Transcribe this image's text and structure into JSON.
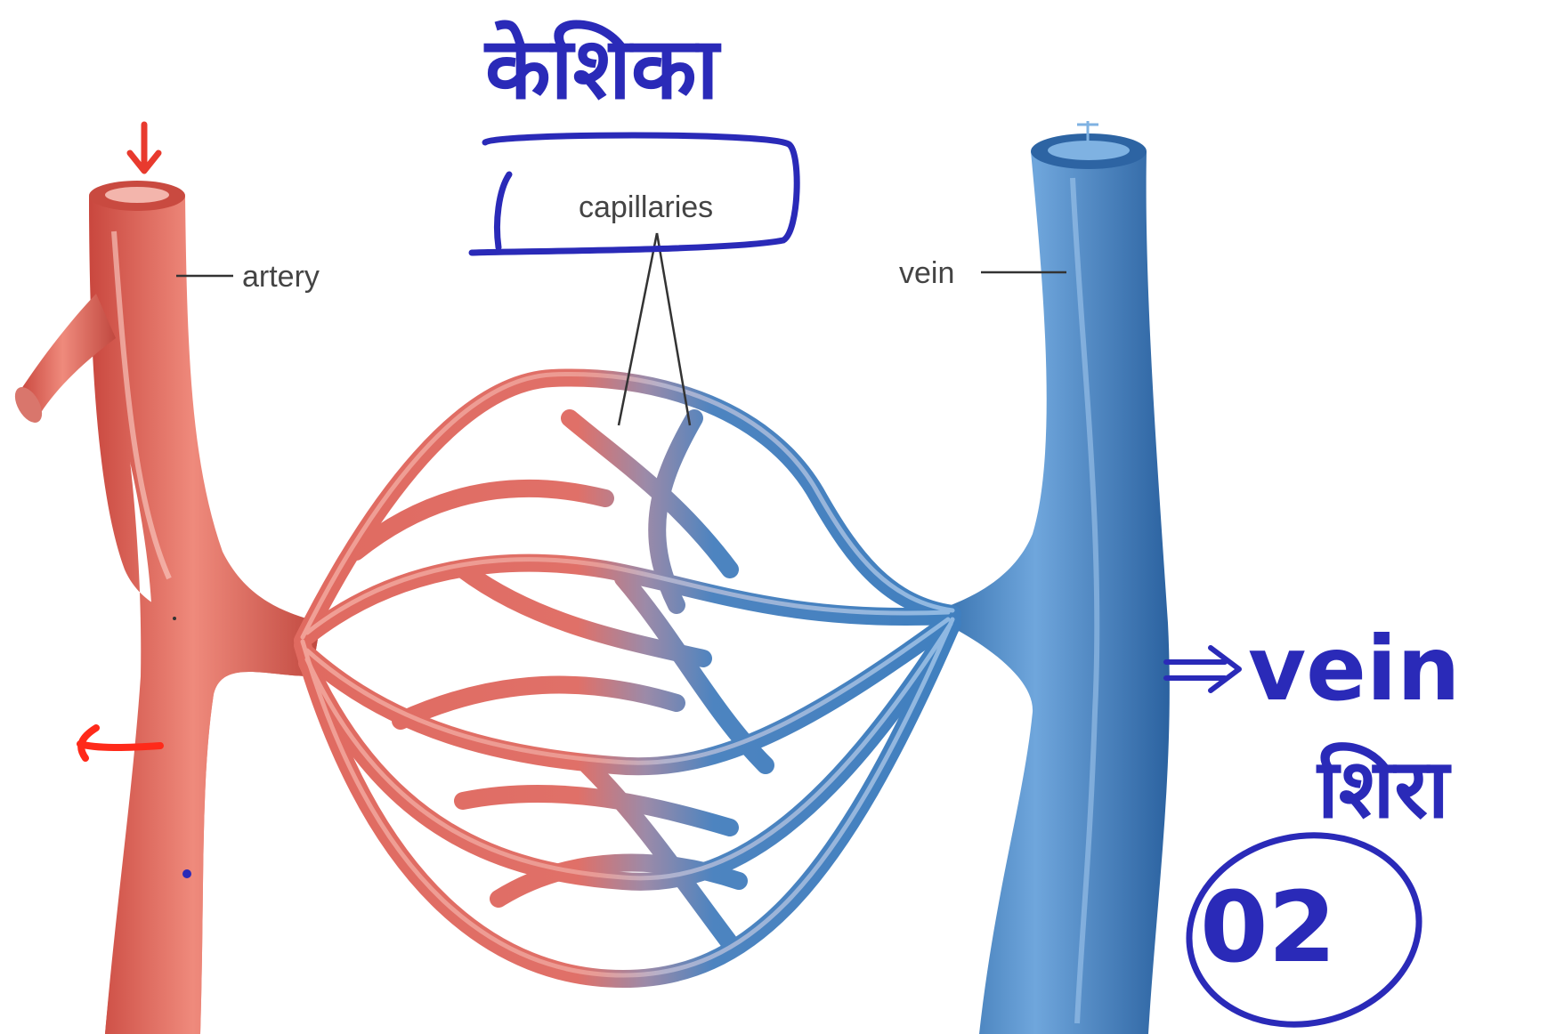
{
  "labels": {
    "artery": "artery",
    "vein": "vein",
    "capillaries": "capillaries"
  },
  "annotations": {
    "capillaries_hindi": "केशिका",
    "vein_english": "vein",
    "vein_hindi": "शिरा",
    "circled_number": "02"
  },
  "colors": {
    "artery": "#d9645a",
    "vein": "#3f7fbf",
    "label_text": "#444444",
    "ink_blue": "#2a2ab8",
    "ink_red": "#ff2a1a"
  }
}
